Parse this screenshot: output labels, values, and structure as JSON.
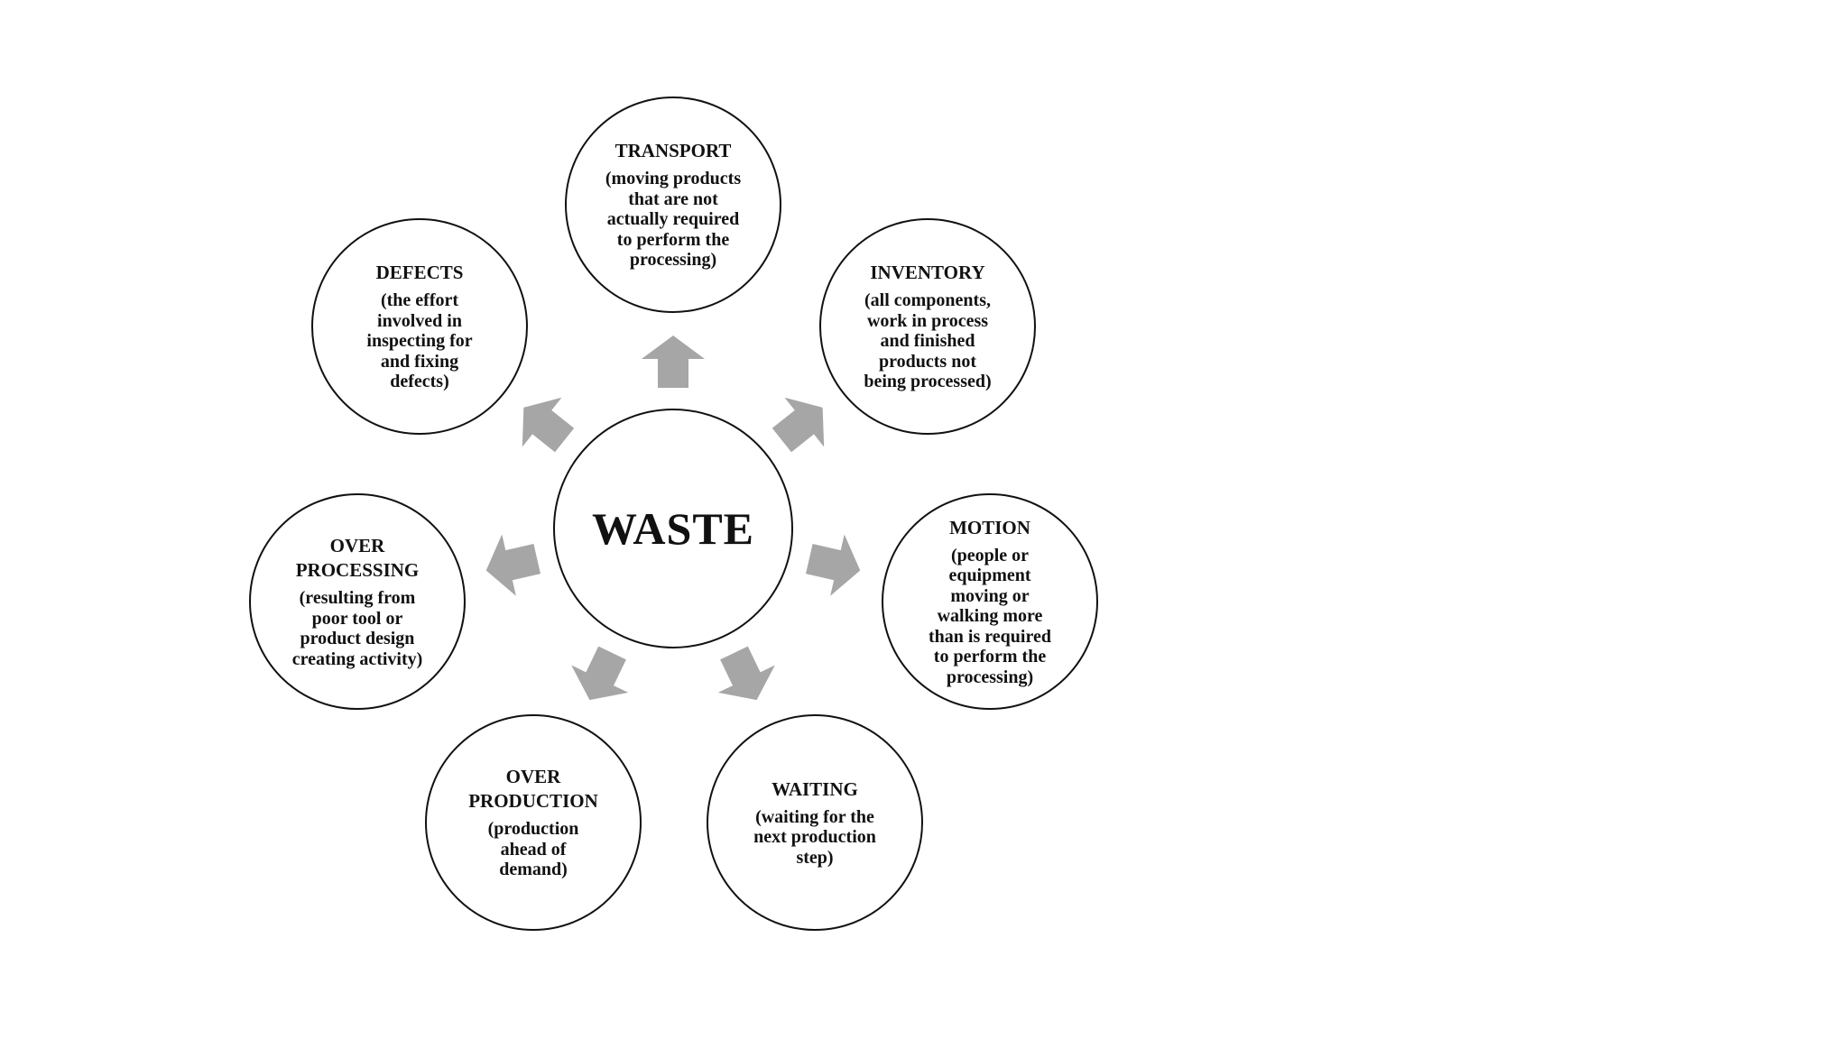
{
  "diagram": {
    "center_label": "WASTE",
    "arrow_color": "#a6a6a6",
    "outline_color": "#111111",
    "nodes": [
      {
        "id": "transport",
        "title": "TRANSPORT",
        "description": "(moving products\nthat are not\nactually required\nto perform the\nprocessing)"
      },
      {
        "id": "inventory",
        "title": "INVENTORY",
        "description": "(all components,\nwork in process\nand finished\nproducts not\nbeing processed)"
      },
      {
        "id": "motion",
        "title": "MOTION",
        "description": "(people or\nequipment\nmoving or\nwalking more\nthan is required\nto perform the\nprocessing)"
      },
      {
        "id": "waiting",
        "title": "WAITING",
        "description": "(waiting for the\nnext production\nstep)"
      },
      {
        "id": "over-production",
        "title": "OVER\nPRODUCTION",
        "description": "(production\nahead of\ndemand)"
      },
      {
        "id": "over-processing",
        "title": "OVER\nPROCESSING",
        "description": "(resulting from\npoor tool or\nproduct design\ncreating activity)"
      },
      {
        "id": "defects",
        "title": "DEFECTS",
        "description": "(the effort\ninvolved in\ninspecting for\nand fixing\ndefects)"
      }
    ]
  }
}
